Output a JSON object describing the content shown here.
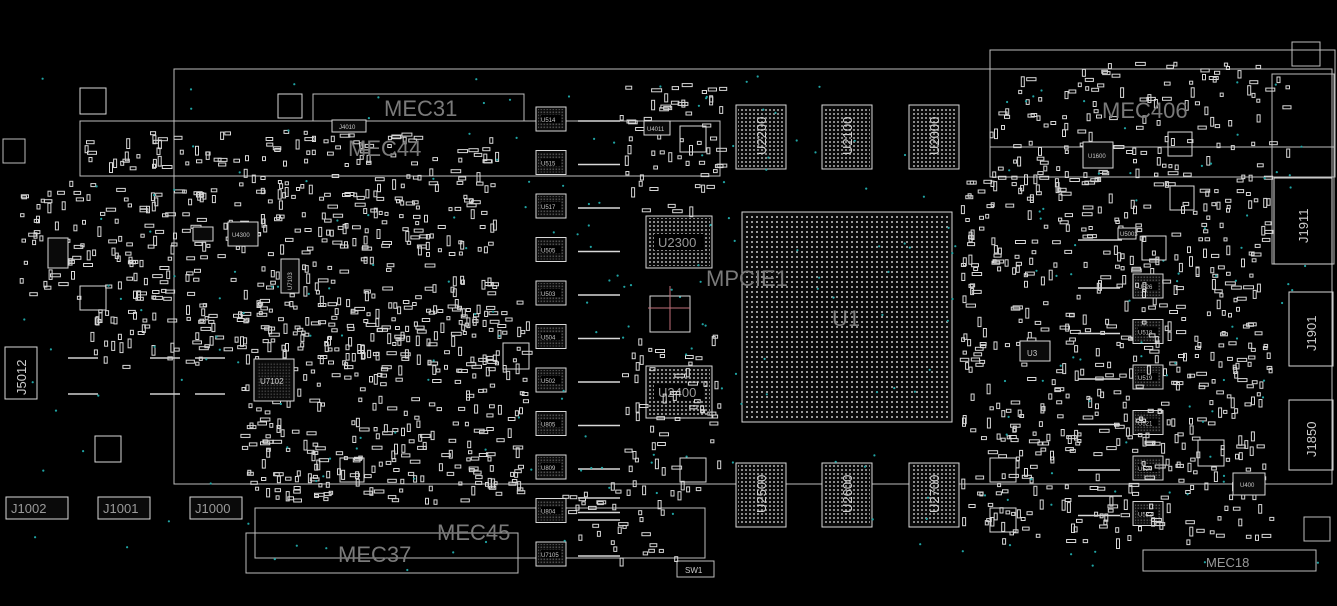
{
  "board": {
    "big_labels": [
      "MEC31",
      "MEC44",
      "MPCIE1",
      "U1",
      "MEC406",
      "MEC37",
      "MEC45"
    ],
    "mid_labels": [
      "MEC18",
      "J1002",
      "J1001",
      "J1000",
      "SW1"
    ],
    "memory_chips": [
      "U2200",
      "U2100",
      "U2000",
      "U2500",
      "U2600",
      "U2700"
    ],
    "bga_small": [
      "U2300",
      "U2400"
    ],
    "connectors_vertical": [
      "J5012",
      "J1911",
      "J1901",
      "J1850"
    ],
    "left_vrm_chips": [
      "U514",
      "U515",
      "U517",
      "U505",
      "U503",
      "U504",
      "U502",
      "U805",
      "U809",
      "U804",
      "U7105"
    ],
    "right_vrm_chips": [
      "U526",
      "U518",
      "U519",
      "U521",
      "U520",
      "U522"
    ],
    "misc_labels": [
      "U7102",
      "U4300",
      "U7103",
      "J4010",
      "U4011",
      "U1600",
      "U3",
      "U400",
      "U5003"
    ]
  },
  "colors": {
    "background": "#000000",
    "outline": "#bdbdbd",
    "big_label": "#7a7a7a",
    "via": "#1fa3a3"
  }
}
